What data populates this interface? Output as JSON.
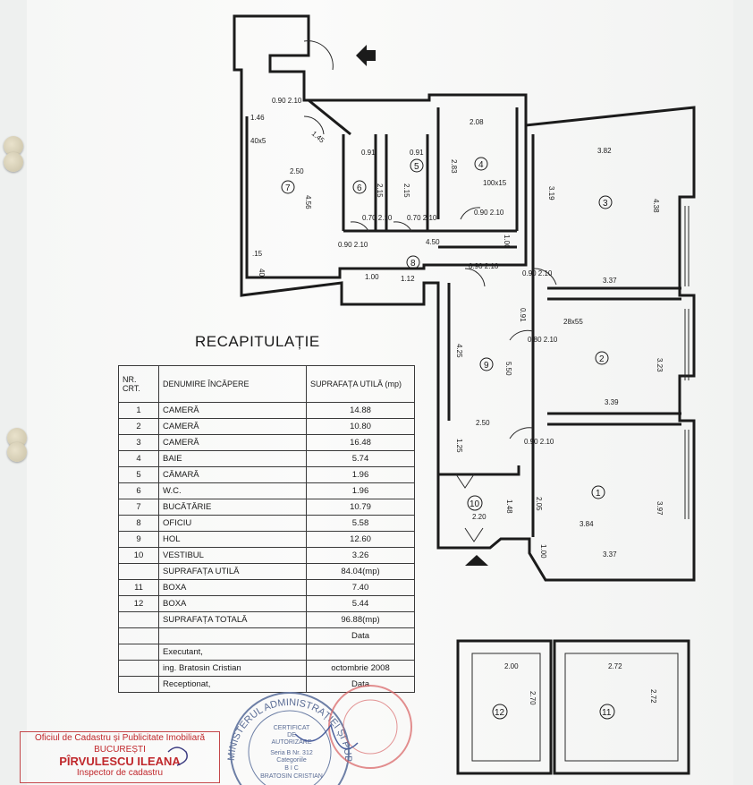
{
  "plan": {
    "rooms": [
      {
        "number": "1",
        "dims": [
          "3.84",
          "3.37",
          "3.97",
          "2.05",
          "1.00"
        ]
      },
      {
        "number": "2",
        "dims": [
          "3.39",
          "3.23"
        ]
      },
      {
        "number": "3",
        "dims": [
          "3.82",
          "3.19",
          "4.38",
          "3.37"
        ]
      },
      {
        "number": "4",
        "dims": [
          "2.08",
          "2.83"
        ]
      },
      {
        "number": "5",
        "dims": [
          "0.91",
          "2.15"
        ]
      },
      {
        "number": "6",
        "dims": [
          "0.91",
          "2.15"
        ]
      },
      {
        "number": "7",
        "dims": [
          "2.50",
          "4.56",
          "1.46"
        ]
      },
      {
        "number": "8",
        "dims": [
          "4.50",
          "1.00",
          "1.12",
          "1.00"
        ]
      },
      {
        "number": "9",
        "dims": [
          "4.25",
          "5.50",
          "2.50"
        ]
      },
      {
        "number": "10",
        "dims": [
          "2.20",
          "1.48",
          "1.25"
        ]
      },
      {
        "number": "11",
        "dims": [
          "2.72",
          "2.72"
        ]
      },
      {
        "number": "12",
        "dims": [
          "2.00",
          "2.70"
        ]
      }
    ],
    "doors": [
      "0.90 2.10",
      "0.70 2.10",
      "0.80 2.10"
    ],
    "misc": [
      "1.45",
      "40x5",
      "100x15",
      "28x55",
      "0.91",
      ".15",
      "40"
    ]
  },
  "recap": {
    "title": "RECAPITULAȚIE",
    "headers": [
      "NR. CRT.",
      "DENUMIRE ÎNCĂPERE",
      "SUPRAFAȚA UTILĂ (mp)"
    ],
    "rows": [
      {
        "nr": "1",
        "name": "CAMERĂ",
        "area": "14.88"
      },
      {
        "nr": "2",
        "name": "CAMERĂ",
        "area": "10.80"
      },
      {
        "nr": "3",
        "name": "CAMERĂ",
        "area": "16.48"
      },
      {
        "nr": "4",
        "name": "BAIE",
        "area": "5.74"
      },
      {
        "nr": "5",
        "name": "CĂMARĂ",
        "area": "1.96"
      },
      {
        "nr": "6",
        "name": "W.C.",
        "area": "1.96"
      },
      {
        "nr": "7",
        "name": "BUCĂTĂRIE",
        "area": "10.79"
      },
      {
        "nr": "8",
        "name": "OFICIU",
        "area": "5.58"
      },
      {
        "nr": "9",
        "name": "HOL",
        "area": "12.60"
      },
      {
        "nr": "10",
        "name": "VESTIBUL",
        "area": "3.26"
      }
    ],
    "util_label": "SUPRAFAȚA UTILĂ",
    "util_value": "84.04(mp)",
    "boxes": [
      {
        "nr": "11",
        "name": "BOXA",
        "area": "7.40"
      },
      {
        "nr": "12",
        "name": "BOXA",
        "area": "5.44"
      }
    ],
    "total_label": "SUPRAFAȚA TOTALĂ",
    "total_value": "96.88(mp)",
    "footer": [
      {
        "left": "",
        "right": "Data"
      },
      {
        "left": "Executant,",
        "right": ""
      },
      {
        "left": "ing. Bratosin Cristian",
        "right": "octombrie 2008"
      },
      {
        "left": "Receptionat,",
        "right": "Data"
      }
    ]
  },
  "stamp": {
    "line1": "Oficiul de Cadastru și Publicitate Imobiliară",
    "line2": "BUCUREȘTI",
    "name": "PÎRVULESCU ILEANA",
    "role": "Inspector de cadastru"
  },
  "seal": {
    "ring": "MINISTERUL ADMINISTRAȚIEI ȘI PUBLIC",
    "inner": [
      "CERTIFICAT",
      "DE",
      "AUTORIZARE",
      "Seria B Nr. 312",
      "Categoriile",
      "B I C",
      "BRATOSIN CRISTIAN"
    ]
  },
  "colors": {
    "ink": "#1b1b1b",
    "stamp_red": "#c0282c",
    "seal_blue": "#6d7fa6"
  }
}
